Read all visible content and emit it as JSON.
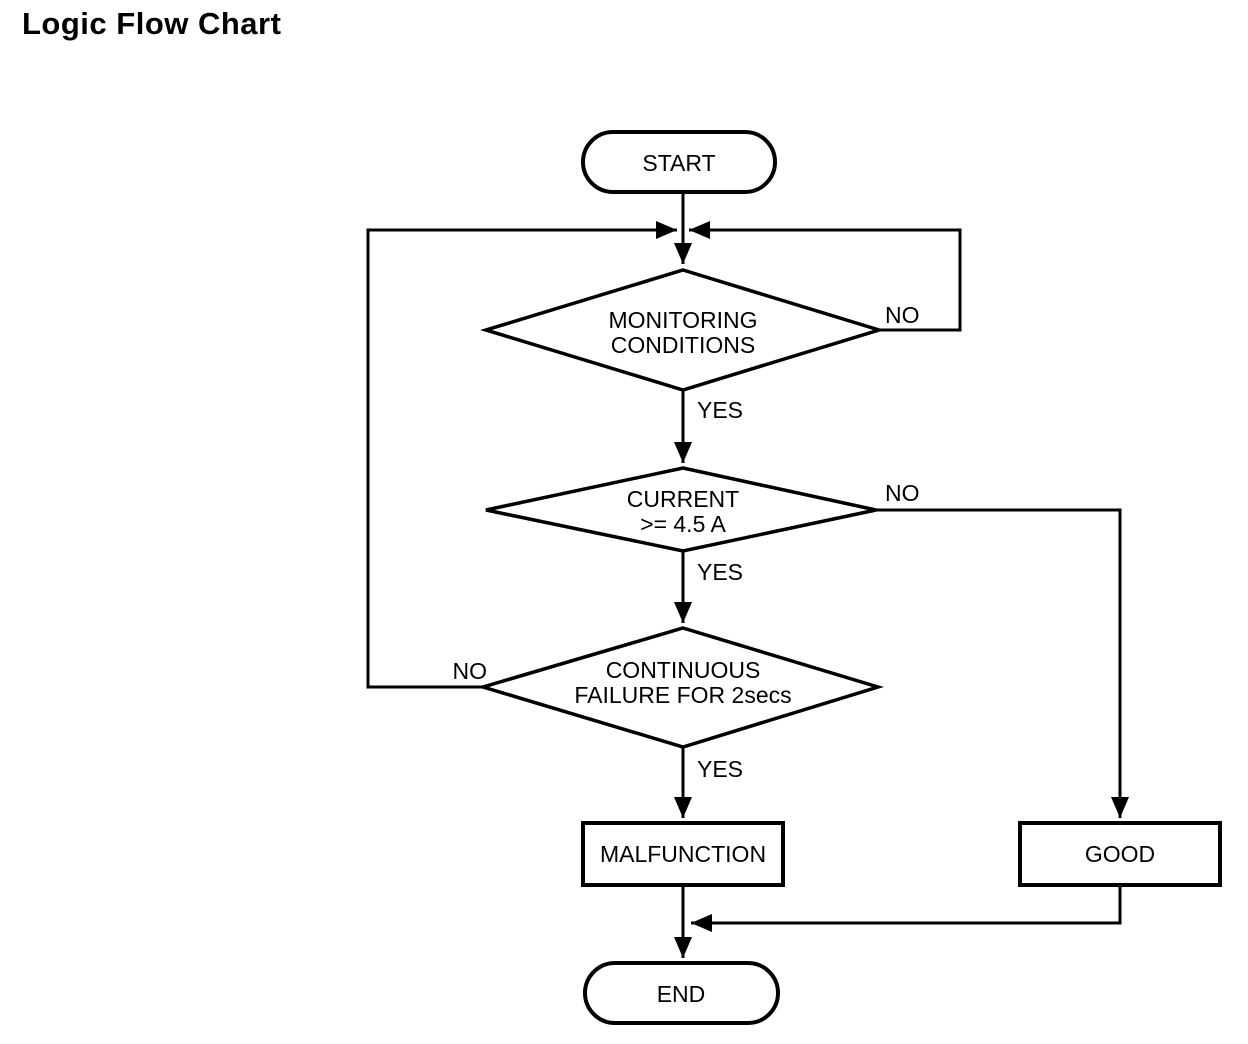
{
  "title": "Logic Flow Chart",
  "flowchart": {
    "nodes": {
      "start": {
        "type": "terminator",
        "label": "START"
      },
      "monitoring_conditions": {
        "type": "decision",
        "line1": "MONITORING",
        "line2": "CONDITIONS"
      },
      "current_threshold": {
        "type": "decision",
        "line1": "CURRENT",
        "line2": ">= 4.5 A"
      },
      "continuous_failure": {
        "type": "decision",
        "line1": "CONTINUOUS",
        "line2": "FAILURE FOR 2secs"
      },
      "malfunction": {
        "type": "process",
        "label": "MALFUNCTION"
      },
      "good": {
        "type": "process",
        "label": "GOOD"
      },
      "end": {
        "type": "terminator",
        "label": "END"
      }
    },
    "edge_labels": {
      "monitoring_no": "NO",
      "monitoring_yes": "YES",
      "current_no": "NO",
      "current_yes": "YES",
      "continuous_no": "NO",
      "continuous_yes": "YES"
    },
    "colors": {
      "line": "#000000",
      "text": "#000000",
      "background": "#ffffff"
    }
  }
}
